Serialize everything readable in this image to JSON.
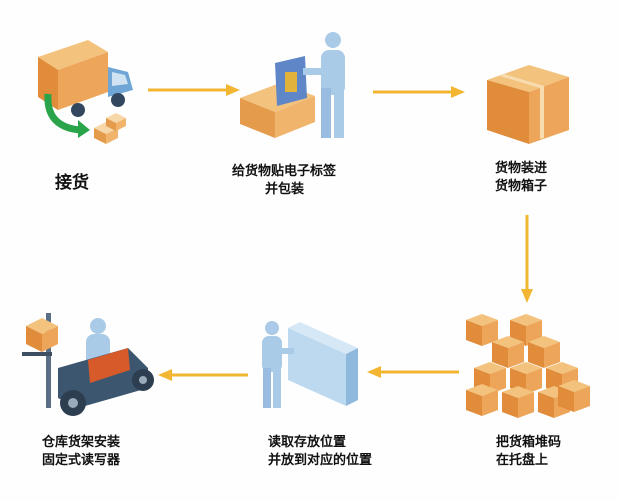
{
  "colors": {
    "arrow": "#f2b632",
    "box": "#e9a45a",
    "figure": "#a9cbe8",
    "truck": "#6fa6d6",
    "green": "#2aa44a"
  },
  "steps": [
    {
      "id": "receive",
      "lines": [
        "接货"
      ]
    },
    {
      "id": "tag",
      "lines": [
        "给货物贴电子标签",
        "并包装"
      ]
    },
    {
      "id": "box",
      "lines": [
        "货物装进",
        "货物箱子"
      ]
    },
    {
      "id": "stack",
      "lines": [
        "把货箱堆码",
        "在托盘上"
      ]
    },
    {
      "id": "place",
      "lines": [
        "读取存放位置",
        "并放到对应的位置"
      ]
    },
    {
      "id": "reader",
      "lines": [
        "仓库货架安装",
        "固定式读写器"
      ]
    }
  ]
}
